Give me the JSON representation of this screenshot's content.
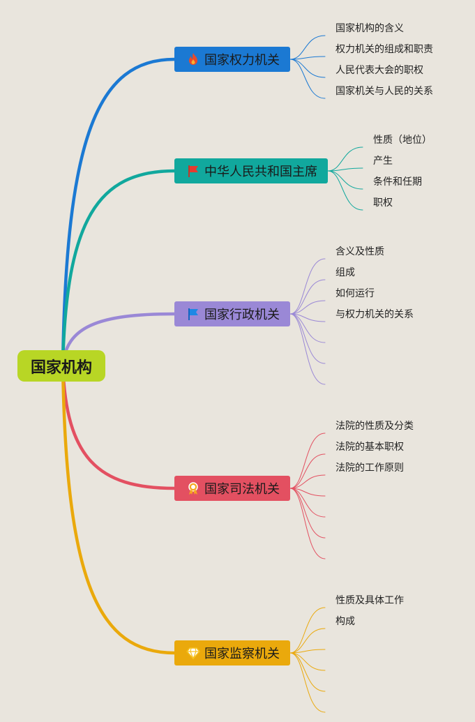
{
  "root": {
    "label": "国家机构",
    "color": "#b8d625"
  },
  "branches": [
    {
      "label": "国家权力机关",
      "color": "#1b79d3",
      "icon": "flame-icon",
      "children": [
        "国家机构的含义",
        "权力机关的组成和职责",
        "人民代表大会的职权",
        "国家机关与人民的关系"
      ]
    },
    {
      "label": "中华人民共和国主席",
      "color": "#11a89d",
      "icon": "red-flag-icon",
      "children": [
        "性质（地位）",
        "产生",
        "条件和任期",
        "职权"
      ]
    },
    {
      "label": "国家行政机关",
      "color": "#9a88d6",
      "icon": "blue-flag-icon",
      "children": [
        "含义及性质",
        "组成",
        "如何运行",
        "与权力机关的关系",
        "",
        "",
        ""
      ]
    },
    {
      "label": "国家司法机关",
      "color": "#e35061",
      "icon": "medal-icon",
      "children": [
        "法院的性质及分类",
        "法院的基本职权",
        "法院的工作原则",
        "",
        "",
        "",
        ""
      ]
    },
    {
      "label": "国家监察机关",
      "color": "#eaa90c",
      "icon": "diamond-icon",
      "children": [
        "性质及具体工作",
        "构成",
        "",
        "",
        "",
        ""
      ]
    }
  ]
}
